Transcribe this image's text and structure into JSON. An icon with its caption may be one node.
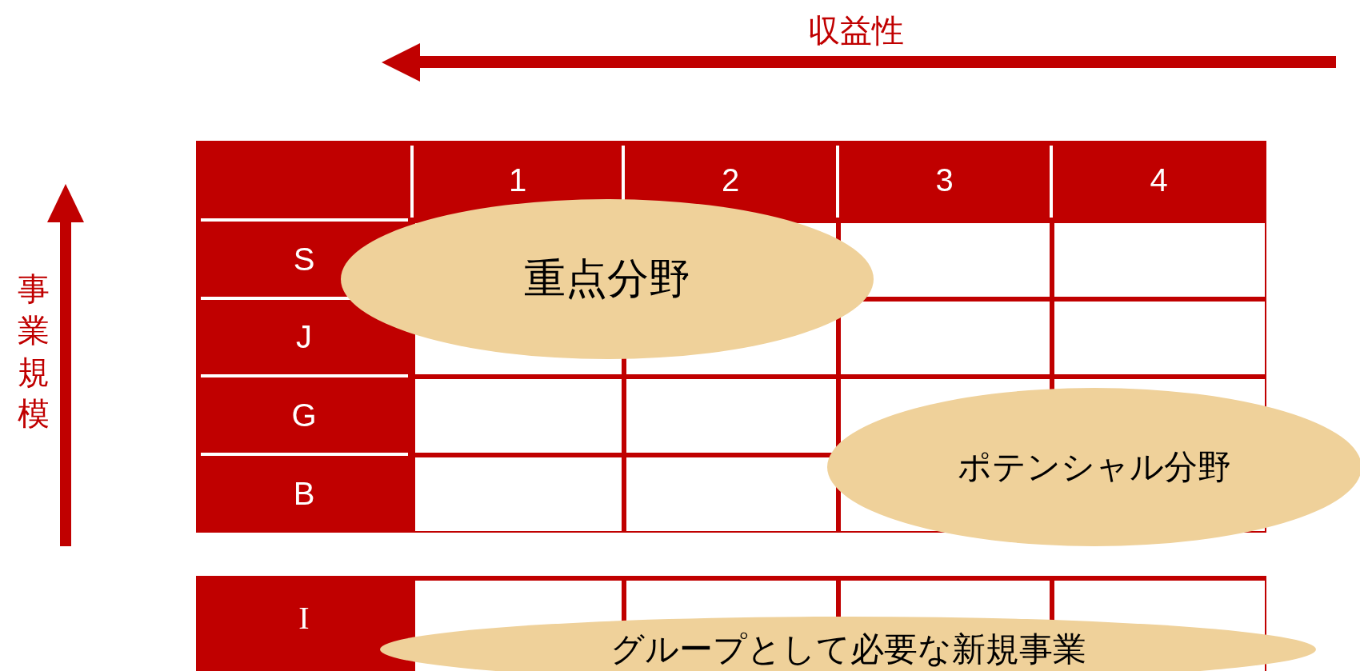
{
  "diagram": {
    "nodes": [
      {
        "text": [
          "重点分野"
        ]
      },
      {
        "text": [
          "ポテンシャル分野"
        ]
      },
      {
        "text": [
          "グループとして必要な新規事業"
        ]
      }
    ],
    "labels": [
      "収益性",
      "事業規模",
      "1",
      "2",
      "3",
      "4",
      "S",
      "J",
      "G",
      "B",
      "I"
    ]
  }
}
